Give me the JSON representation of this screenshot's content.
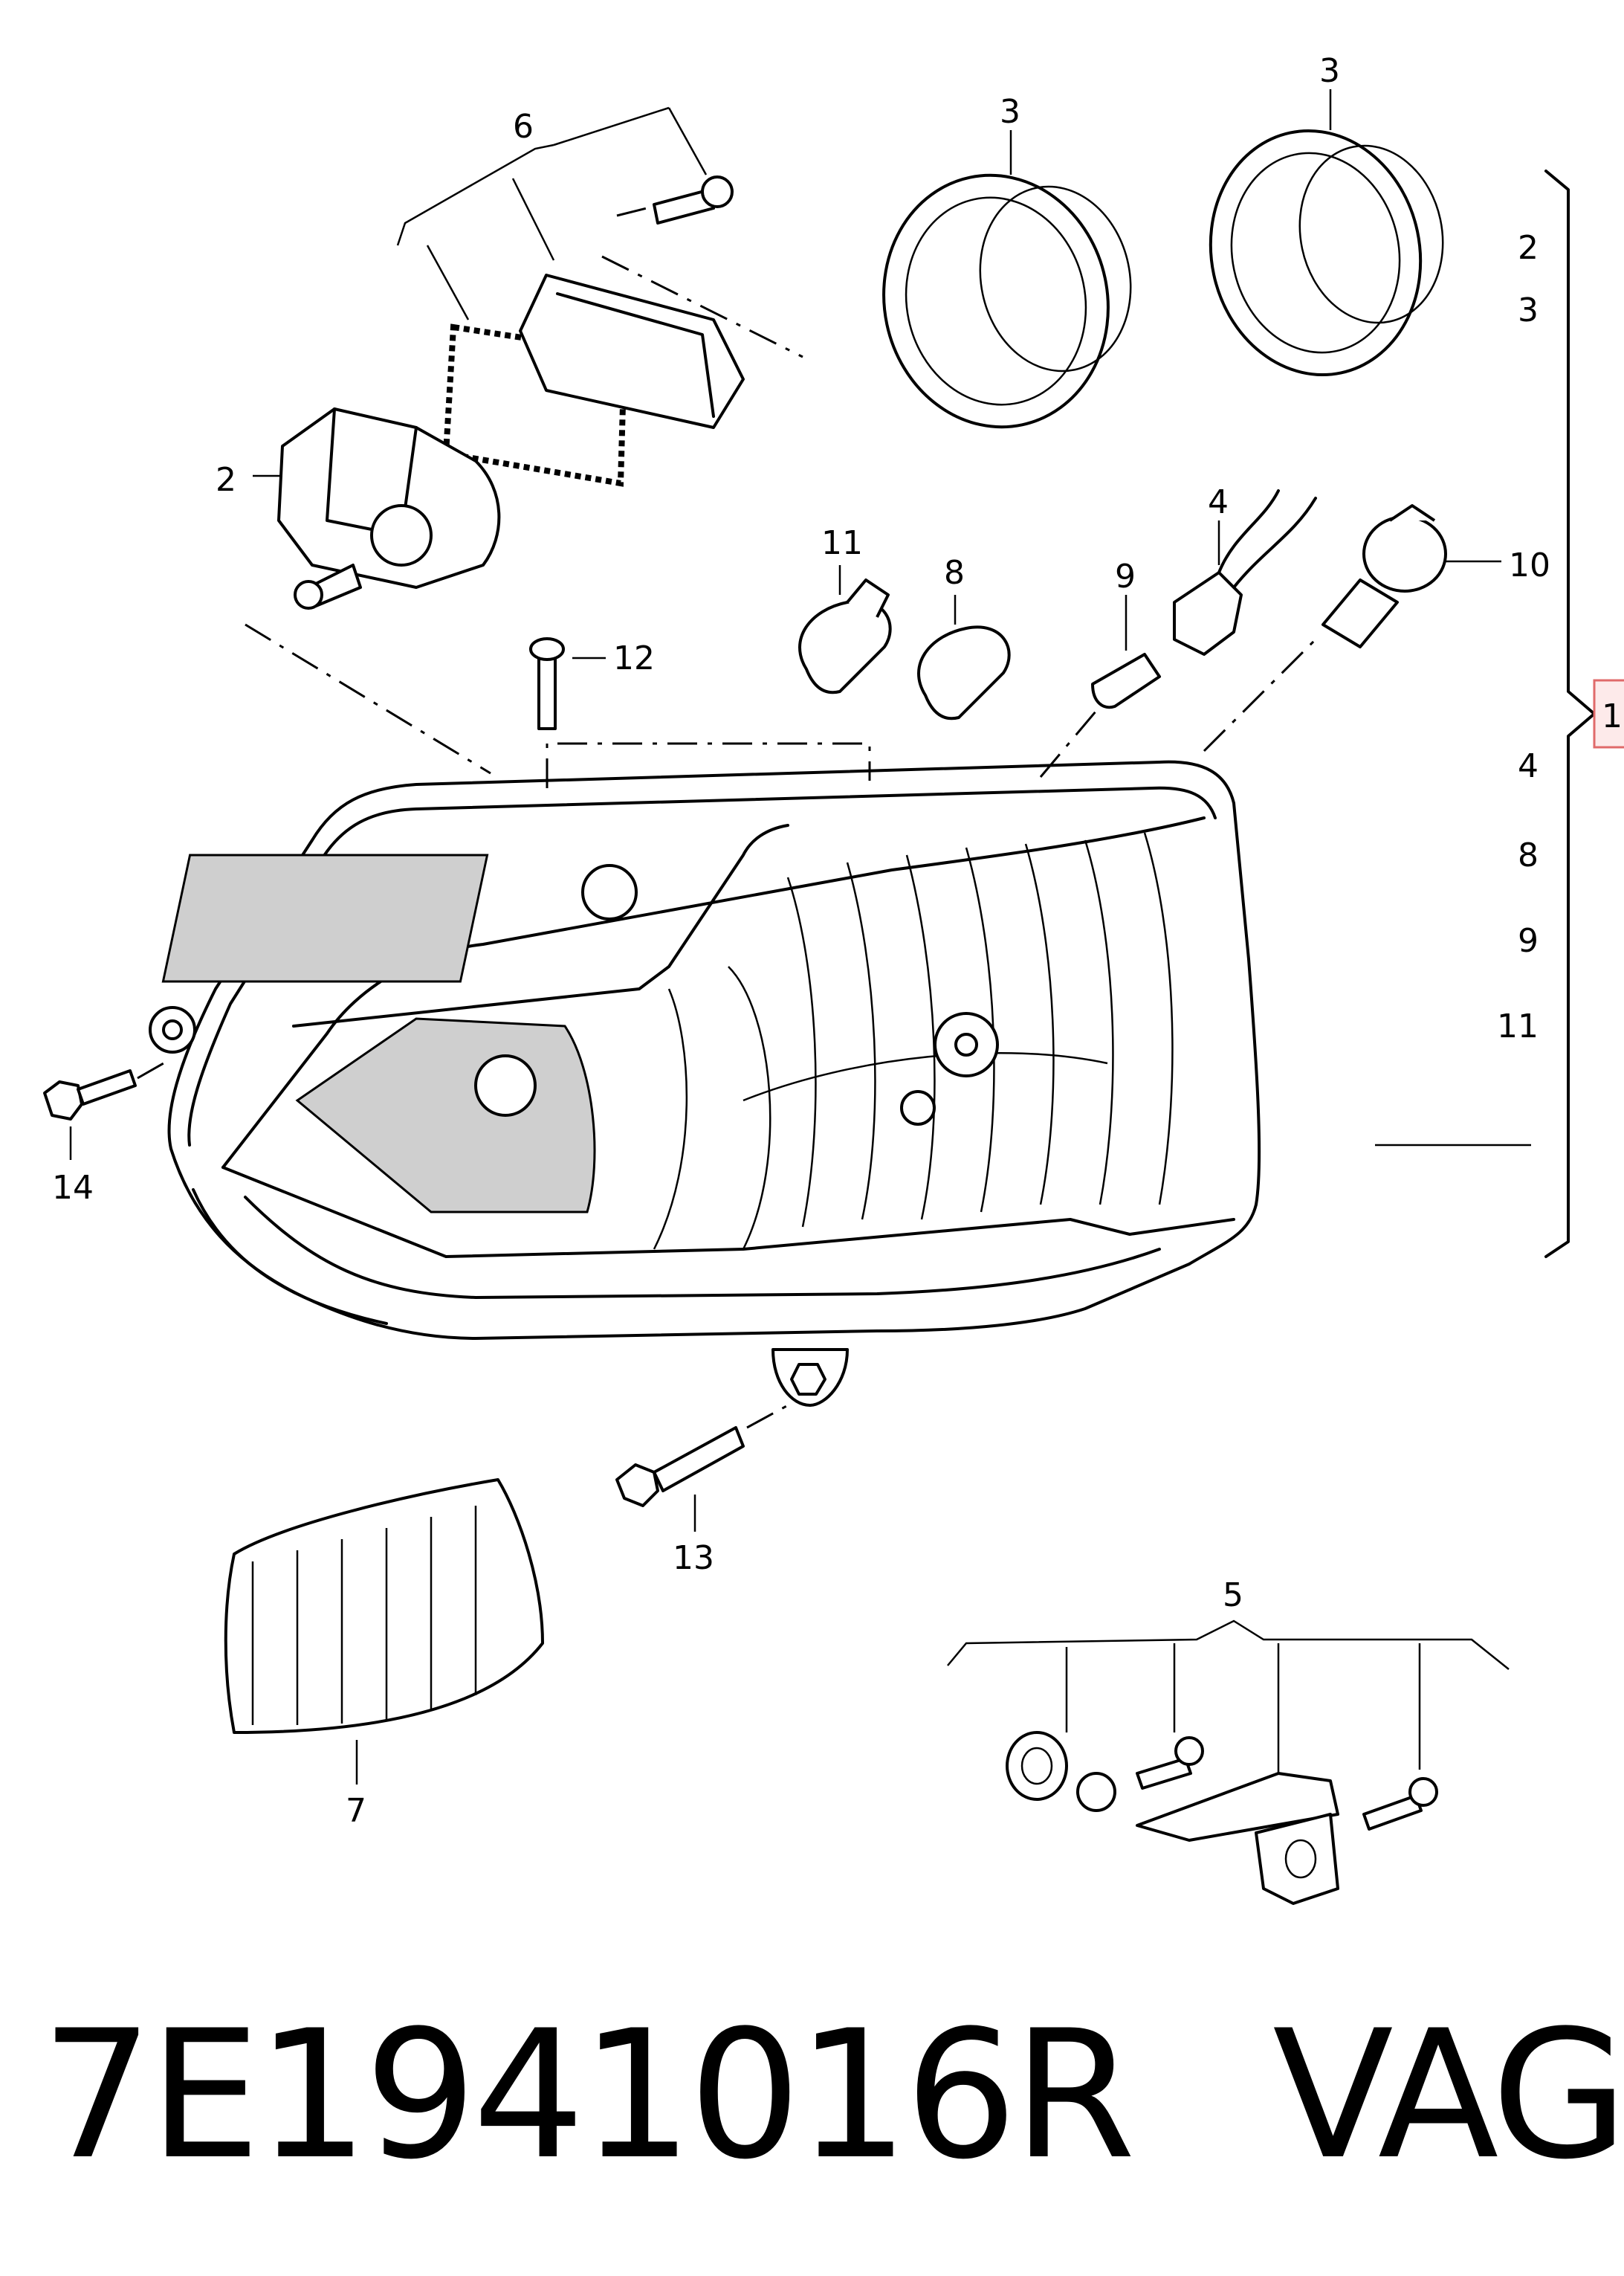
{
  "callouts": {
    "c1": "1",
    "c2": "2",
    "c3a": "3",
    "c3b": "3",
    "c4": "4",
    "c5": "5",
    "c6": "6",
    "c7": "7",
    "c8": "8",
    "c9": "9",
    "c10": "10",
    "c11": "11",
    "c12": "12",
    "c13": "13",
    "c14": "14"
  },
  "assembly_list": [
    "2",
    "3",
    "4",
    "8",
    "9",
    "11"
  ],
  "footer": {
    "part_number": "7E1941016R",
    "brand": "VAG"
  },
  "colors": {
    "line": "#000000",
    "highlight_box_fill": "#fdeaea",
    "highlight_box_border": "#e06a6a"
  }
}
